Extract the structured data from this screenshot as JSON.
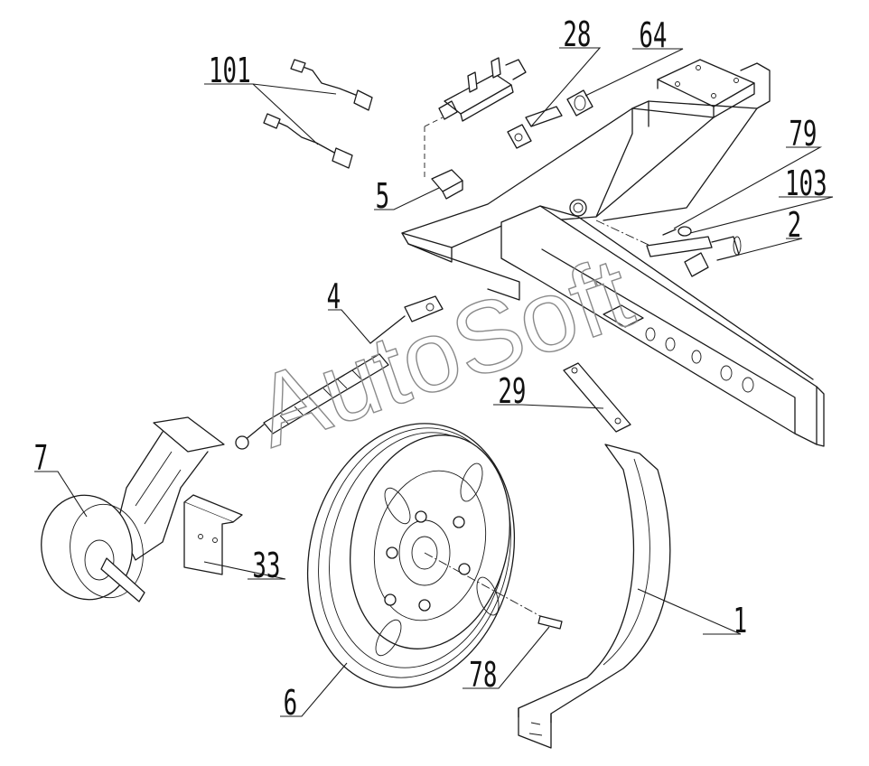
{
  "watermark": "AutoSoft",
  "callouts": [
    {
      "id": "101",
      "text": "101"
    },
    {
      "id": "28",
      "text": "28"
    },
    {
      "id": "64",
      "text": "64"
    },
    {
      "id": "79",
      "text": "79"
    },
    {
      "id": "103",
      "text": "103"
    },
    {
      "id": "2",
      "text": "2"
    },
    {
      "id": "5",
      "text": "5"
    },
    {
      "id": "4",
      "text": "4"
    },
    {
      "id": "29",
      "text": "29"
    },
    {
      "id": "7",
      "text": "7"
    },
    {
      "id": "33",
      "text": "33"
    },
    {
      "id": "1",
      "text": "1"
    },
    {
      "id": "78",
      "text": "78"
    },
    {
      "id": "6",
      "text": "6"
    }
  ],
  "colors": {
    "ink": "#1a1a1a",
    "background": "#ffffff",
    "watermark": "#8a8a8a"
  }
}
